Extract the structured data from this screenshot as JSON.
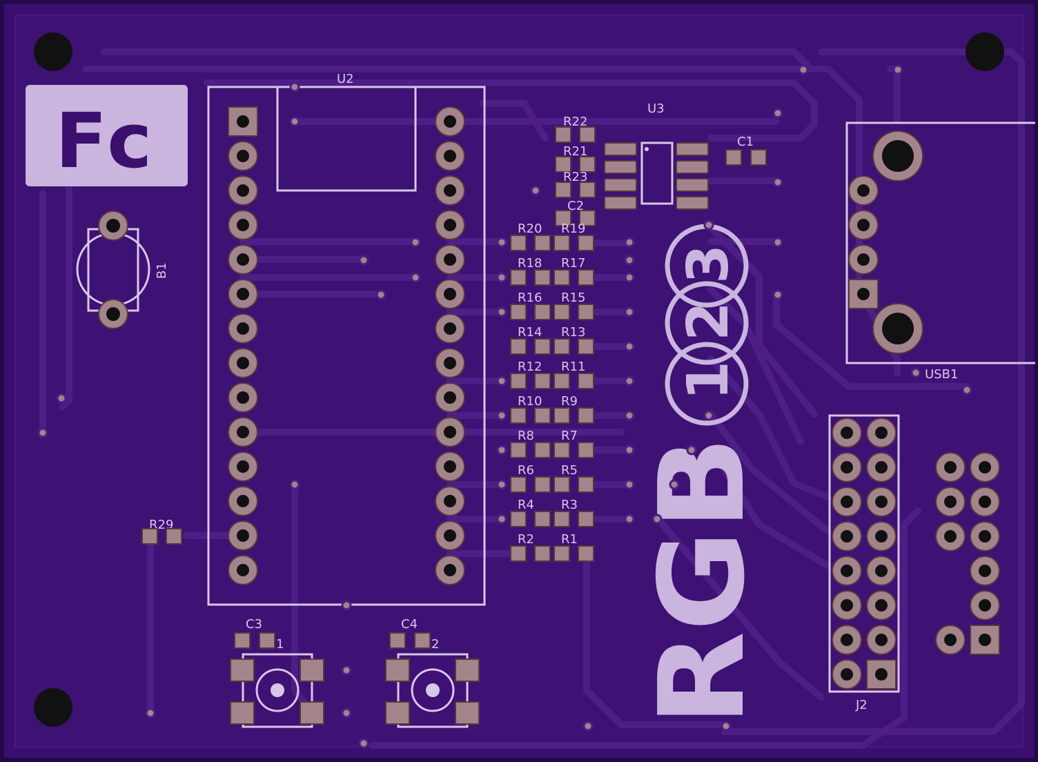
{
  "board": {
    "colors": {
      "substrate": "#3a0f6e",
      "edge": "#2a0a52",
      "copper": "#4d1e86",
      "pad": "#a3848a",
      "silk": "#d7c8e8"
    },
    "labels": {
      "u2": "U2",
      "u3": "U3",
      "b1": "B1",
      "usb1": "USB1",
      "j2": "J2",
      "c1": "C1",
      "c2": "C2",
      "c3": "C3",
      "c4": "C4",
      "r29": "R29",
      "sw1_suffix": "1",
      "sw2_suffix": "2"
    },
    "resistor_rows": [
      {
        "left": "R22",
        "right": ""
      },
      {
        "left": "R21",
        "right": ""
      },
      {
        "left": "R23",
        "right": ""
      },
      {
        "left": "R20",
        "right": "R19"
      },
      {
        "left": "R18",
        "right": "R17"
      },
      {
        "left": "R16",
        "right": "R15"
      },
      {
        "left": "R14",
        "right": "R13"
      },
      {
        "left": "R12",
        "right": "R11"
      },
      {
        "left": "R10",
        "right": "R9"
      },
      {
        "left": "R8",
        "right": "R7"
      },
      {
        "left": "R6",
        "right": "R5"
      },
      {
        "left": "R4",
        "right": "R3"
      },
      {
        "left": "R2",
        "right": "R1"
      }
    ],
    "logo": {
      "text": "Fc"
    },
    "brand": {
      "letters": "RGB",
      "digits": [
        "1",
        "2",
        "3"
      ]
    }
  }
}
